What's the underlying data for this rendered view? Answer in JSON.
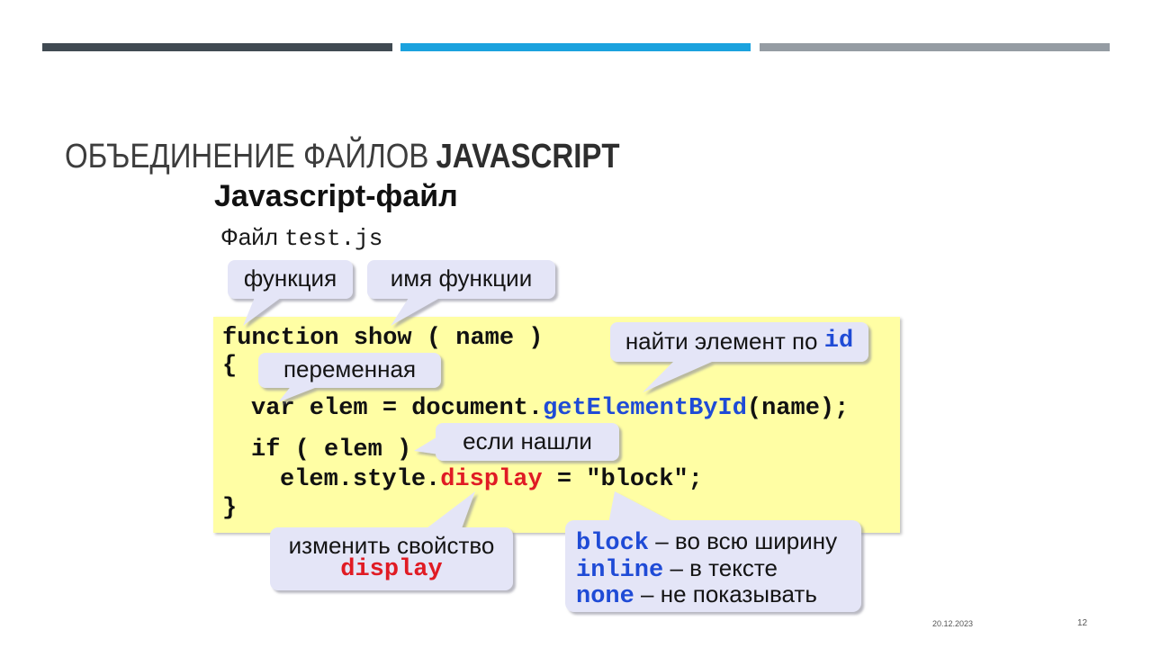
{
  "theme": {
    "bar_dark": "#404a52",
    "bar_blue": "#1ba2de",
    "bar_grey": "#959ca3",
    "code_highlight": "#fffea4",
    "callout_fill": "#e4e5f7",
    "keyword_blue": "#1f4bd6",
    "keyword_red": "#e01b24"
  },
  "header": {
    "title_regular": "ОБЪЕДИНЕНИЕ ФАЙЛОВ",
    "title_bold": "JAVASCRIPT"
  },
  "figure": {
    "heading": "Javascript-файл",
    "file_label": "Файл ",
    "file_name": "test.js",
    "code": {
      "line1": "function show ( name )",
      "line2": "{",
      "line3": {
        "before": "var elem = document.",
        "method": "getElementById",
        "after": "(name);"
      },
      "line4": "if ( elem )",
      "line5": {
        "before": "elem.style.",
        "property": "display",
        "after": " = \"block\";"
      },
      "line6": "}"
    },
    "callouts": {
      "function_keyword": "функция",
      "function_name": "имя функции",
      "find_element": {
        "text": "найти элемент по ",
        "code": "id"
      },
      "variable": "переменная",
      "if_found": "если нашли",
      "change_property": {
        "text": "изменить свойство",
        "code": "display"
      },
      "display_values": [
        {
          "code": "block",
          "text": " – во всю ширину"
        },
        {
          "code": "inline",
          "text": " – в тексте"
        },
        {
          "code": "none",
          "text": " – не показывать"
        }
      ]
    }
  },
  "footer": {
    "date": "20.12.2023",
    "page_number": "12"
  }
}
